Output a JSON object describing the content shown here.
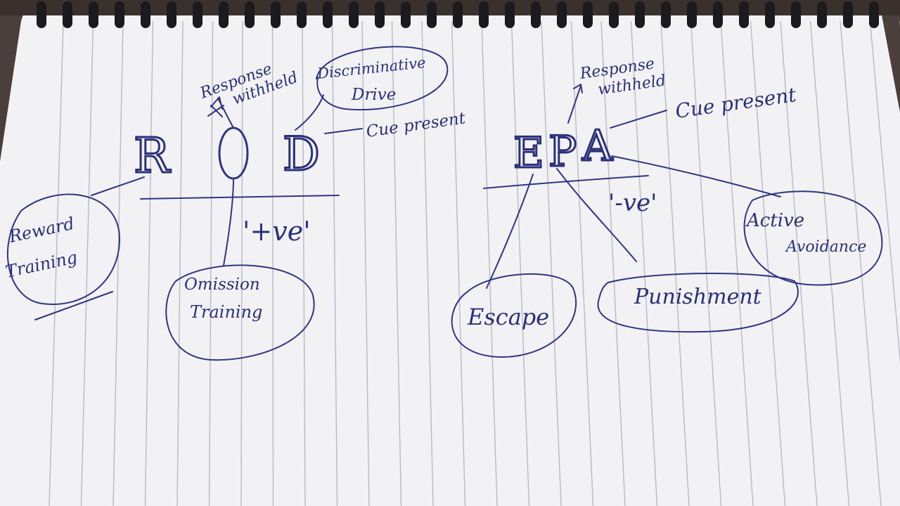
{
  "colors": {
    "background": "#4a3f3a",
    "paper": "#f2f2f5",
    "ink": "#2a2f7a",
    "rule_lines": "#b7b9c4",
    "spiral": "#1a1a1f"
  },
  "left_diagram": {
    "letters": [
      "R",
      "O",
      "D"
    ],
    "sign": "'+ve'",
    "response_withheld": [
      "Response",
      "withheld"
    ],
    "discriminative_drive": [
      "Discriminative",
      "Drive"
    ],
    "cue_present": "Cue present",
    "reward_training": [
      "Reward",
      "Training"
    ],
    "omission_training": [
      "Omission",
      "Training"
    ]
  },
  "right_diagram": {
    "letters": [
      "E",
      "P",
      "A"
    ],
    "sign": "'-ve'",
    "response_withheld": [
      "Response",
      "withheld"
    ],
    "cue_present": "Cue present",
    "active_avoidance": [
      "Active",
      "Avoidance"
    ],
    "escape": "Escape",
    "punishment": "Punishment"
  }
}
